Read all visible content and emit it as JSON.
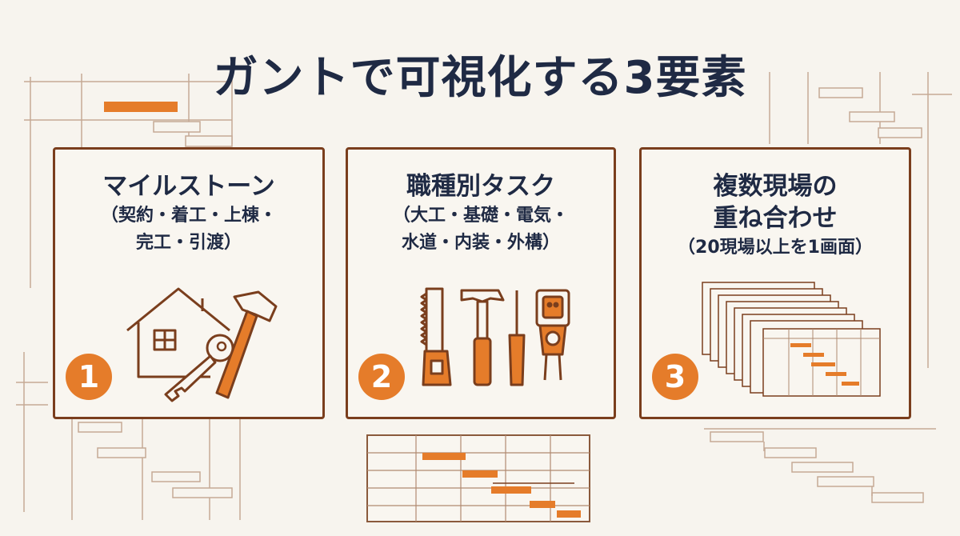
{
  "title": "ガントで可視化する3要素",
  "cards": [
    {
      "number": "1",
      "title": "マイルストーン",
      "subtitle": [
        "（契約・着工・上棟・",
        "完工・引渡）"
      ]
    },
    {
      "number": "2",
      "title": "職種別タスク",
      "subtitle": [
        "（大工・基礎・電気・",
        "水道・内装・外構）"
      ]
    },
    {
      "number": "3",
      "title": "複数現場の",
      "title2": "重ね合わせ",
      "subtitle": [
        "（20現場以上を1画面）"
      ]
    }
  ],
  "colors": {
    "accent": "#e57c2a",
    "border": "#7a3e1d",
    "text": "#1f2a44",
    "background": "#f7f4ee"
  },
  "icons": [
    "house-icon",
    "key-icon",
    "hammer-icon",
    "saw-icon",
    "screwdriver-icon",
    "voltage-tester-icon",
    "gantt-sheets-icon",
    "gantt-chart-icon"
  ]
}
